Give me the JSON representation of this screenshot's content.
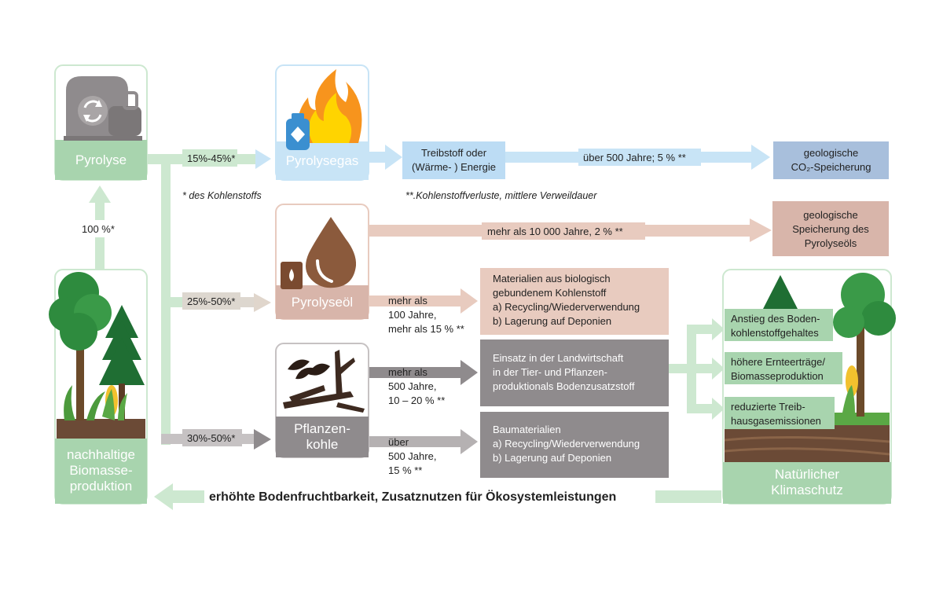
{
  "nodes": {
    "pyrolyse": "Pyrolyse",
    "pyrolysegas": "Pyrolysegas",
    "pyrolyseoel": "Pyrolyseöl",
    "pflanzenkohle": "Pflanzen-\nkohle",
    "biomasse": "nachhaltige\nBiomasse-\nproduktion",
    "klimaschutz": "Natürlicher\nKlimaschutz",
    "treibstoff": "Treibstoff oder\n(Wärme- ) Energie",
    "geo_co2": "geologische\nCO₂-Speicherung",
    "geo_oel": "geologische\nSpeicherung des\nPyrolyseöls",
    "materialien": "Materialien aus biologisch\ngebundenem Kohlenstoff\na) Recycling/Wiederverwendung\nb) Lagerung auf Deponien",
    "landwirtschaft": "Einsatz in der Landwirtschaft\nin der Tier- und Pflanzen-\nproduktionals Bodenzusatzstoff",
    "baumaterialien": "Baumaterialien\na) Recycling/Wiederverwendung\nb) Lagerung auf Deponien",
    "benefit1": "Anstieg des Boden-\nkohlenstoffgehaltes",
    "benefit2": "höhere Ernteerträge/\nBiomasseproduktion",
    "benefit3": "reduzierte Treib-\nhausgasemissionen"
  },
  "labels": {
    "share_gas": "15%-45%*",
    "share_oel": "25%-50%*",
    "share_kohle": "30%-50%*",
    "share_biomasse": "100 %*",
    "gas_to_geo": "über 500 Jahre; 5 % **",
    "oel_to_geo": "mehr als 10 000 Jahre, 2 %  **",
    "oel_to_mat": "mehr als\n100 Jahre,\nmehr als 15 % **",
    "kohle_to_land": "mehr als\n500 Jahre,\n10 – 20 % **",
    "kohle_to_bau": "über\n500 Jahre,\n15 % **",
    "bottom_arrow": "erhöhte Bodenfruchtbarkeit, Zusatznutzen für Ökosystemleistungen"
  },
  "footnotes": {
    "kohlenstoff": "* des Kohlenstoffs",
    "verluste": "**.Kohlenstoffverluste, mittlere Verweildauer"
  },
  "colors": {
    "green": "#cde8d0",
    "green_dark": "#a8d4ae",
    "blue_light": "#c8e4f6",
    "blue_box": "#bcdcf4",
    "blue_geo": "#a8bfdc",
    "brown_light": "#e8cbbf",
    "brown_box": "#d8b5aa",
    "grey_box": "#8f8b8d",
    "grey_light": "#b5b1b2"
  },
  "icons": {
    "pyrolyse": "pyrolysis-reactor-icon",
    "pyrolysegas": "flame-gas-icon",
    "pyrolyseoel": "oil-drop-icon",
    "pflanzenkohle": "charcoal-wood-icon",
    "biomasse": "forest-icon",
    "klimaschutz": "nature-icon"
  }
}
